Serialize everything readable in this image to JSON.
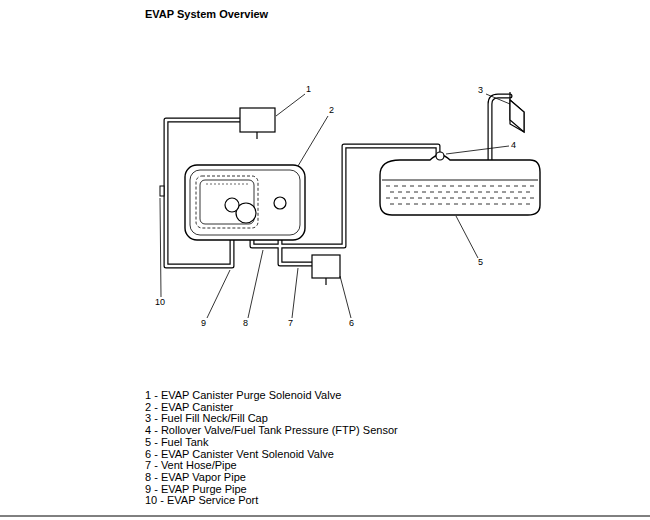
{
  "diagram": {
    "title": "EVAP System Overview",
    "labels": [
      "1",
      "2",
      "3",
      "4",
      "5",
      "6",
      "7",
      "8",
      "9",
      "10",
      "1 - EVAP Canister Purge Solenoid Valve",
      "2 - EVAP Canister",
      "3 - Fuel Fill Neck/Fill Cap",
      "4 - Rollover Valve/Fuel Tank Pressure (FTP) Sensor",
      "5 - Fuel Tank",
      "6 - EVAP Canister Vent Solenoid Valve",
      "7 - Vent Hose/Pipe",
      "8 - EVAP Vapor Pipe",
      "9 - EVAP Purge Pipe",
      "10 - EVAP Service Port"
    ]
  }
}
